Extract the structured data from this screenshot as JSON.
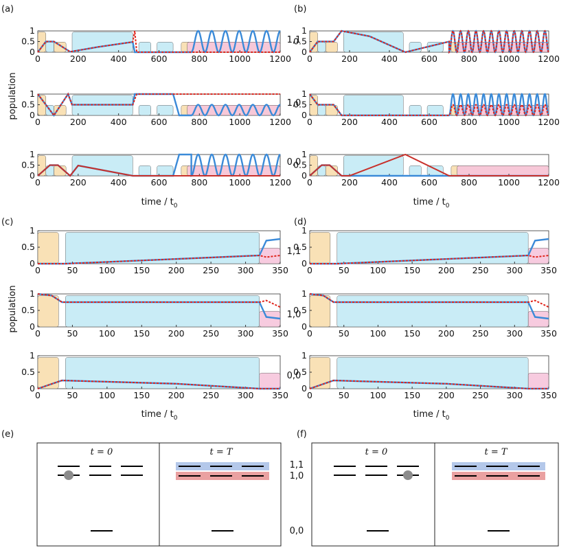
{
  "panel_letters": [
    "(a)",
    "(b)",
    "(c)",
    "(d)",
    "(e)",
    "(f)"
  ],
  "ylabel": "population",
  "xlabel": "time / t",
  "xlabel_subscript": "0",
  "yticks": [
    "0",
    "0.5",
    "1"
  ],
  "state_labels": [
    "1,1",
    "1,0",
    "0,0"
  ],
  "diagram_time_labels": {
    "start": "t = 0",
    "end": "t = T"
  },
  "colors": {
    "blue_curve": "#3a8ad8",
    "red_dashed": "#e0241b",
    "dark_red": "#c8302a",
    "purple_overlap": "#8a4a78",
    "orange_pulse": "#f9deaf",
    "cyan_pulse": "#c4eaf6",
    "pink_pulse": "#f7c6dc",
    "highlight_blue": "#b4c8ea",
    "highlight_red": "#eaa1a1",
    "ball": "#8c8c8c"
  },
  "chart_data": [
    {
      "type": "line",
      "panel": "(a)",
      "xlim": [
        0,
        1200
      ],
      "ylim": [
        0,
        1
      ],
      "xticks": [
        "0",
        "200",
        "400",
        "600",
        "800",
        "1000",
        "1200"
      ],
      "rows": [
        {
          "state": "1,1",
          "series": [
            {
              "style": "solid-blue",
              "points": [
                [
                  0,
                  0
                ],
                [
                  40,
                  0.5
                ],
                [
                  80,
                  0.5
                ],
                [
                  160,
                  0.02
                ],
                [
                  300,
                  0.25
                ],
                [
                  470,
                  0.48
                ],
                [
                  480,
                  0
                ],
                [
                  760,
                  0
                ],
                [
                  800,
                  1
                ],
                [
                  1200,
                  1
                ]
              ],
              "oscillation": {
                "from": 760,
                "to": 1200,
                "min": 0,
                "max": 1,
                "cycles": 6.5
              }
            },
            {
              "style": "dashed-red",
              "points": [
                [
                  0,
                  0
                ],
                [
                  40,
                  0.5
                ],
                [
                  80,
                  0.5
                ],
                [
                  160,
                  0.02
                ],
                [
                  300,
                  0.25
                ],
                [
                  470,
                  0.48
                ],
                [
                  480,
                  1
                ],
                [
                  490,
                  0
                ],
                [
                  1200,
                  0
                ]
              ]
            }
          ]
        },
        {
          "state": "1,0",
          "series": [
            {
              "style": "solid-blue",
              "points": [
                [
                  0,
                  1
                ],
                [
                  40,
                  0.5
                ],
                [
                  80,
                  0
                ],
                [
                  150,
                  1
                ],
                [
                  170,
                  0.5
                ],
                [
                  470,
                  0.5
                ],
                [
                  480,
                  1
                ],
                [
                  670,
                  1
                ],
                [
                  700,
                  0
                ],
                [
                  1200,
                  0
                ]
              ],
              "oscillation": {
                "from": 760,
                "to": 1200,
                "min": 0,
                "max": 0.5,
                "cycles": 6.5
              }
            },
            {
              "style": "dashed-red",
              "points": [
                [
                  0,
                  1
                ],
                [
                  40,
                  0.5
                ],
                [
                  80,
                  0
                ],
                [
                  150,
                  1
                ],
                [
                  170,
                  0.5
                ],
                [
                  470,
                  0.5
                ],
                [
                  490,
                  1
                ],
                [
                  1200,
                  1
                ]
              ]
            }
          ]
        },
        {
          "state": "0,0",
          "series": [
            {
              "style": "solid-blue",
              "points": [
                [
                  0,
                  0
                ],
                [
                  60,
                  0.5
                ],
                [
                  100,
                  0.5
                ],
                [
                  160,
                  0
                ],
                [
                  200,
                  0.48
                ],
                [
                  470,
                  0
                ],
                [
                  670,
                  0
                ],
                [
                  700,
                  1
                ],
                [
                  760,
                  1
                ]
              ],
              "oscillation": {
                "from": 760,
                "to": 1200,
                "min": 0,
                "max": 1,
                "cycles": 6.5
              }
            },
            {
              "style": "solid-red",
              "points": [
                [
                  0,
                  0
                ],
                [
                  60,
                  0.5
                ],
                [
                  100,
                  0.5
                ],
                [
                  160,
                  0
                ],
                [
                  200,
                  0.48
                ],
                [
                  470,
                  0
                ],
                [
                  1200,
                  0
                ]
              ]
            }
          ]
        }
      ]
    },
    {
      "type": "line",
      "panel": "(b)",
      "xlim": [
        0,
        1200
      ],
      "ylim": [
        0,
        1
      ],
      "xticks": [
        "0",
        "200",
        "400",
        "600",
        "800",
        "1000",
        "1200"
      ],
      "rows": [
        {
          "state": "1,1",
          "series": [
            {
              "style": "solid-blue",
              "points": [
                [
                  0,
                  0
                ],
                [
                  40,
                  0.5
                ],
                [
                  120,
                  0.5
                ],
                [
                  160,
                  1
                ],
                [
                  300,
                  0.75
                ],
                [
                  480,
                  0
                ],
                [
                  700,
                  0.5
                ],
                [
                  1200,
                  0.5
                ]
              ],
              "oscillation": {
                "from": 700,
                "to": 1200,
                "min": 0,
                "max": 1,
                "cycles": 13
              }
            },
            {
              "style": "dashed-red",
              "points": [
                [
                  0,
                  0
                ],
                [
                  40,
                  0.5
                ],
                [
                  120,
                  0.5
                ],
                [
                  160,
                  1
                ],
                [
                  300,
                  0.75
                ],
                [
                  480,
                  0
                ],
                [
                  700,
                  0.5
                ],
                [
                  1200,
                  0.5
                ]
              ],
              "oscillation": {
                "from": 700,
                "to": 1200,
                "min": 0,
                "max": 1,
                "cycles": 13
              }
            }
          ]
        },
        {
          "state": "1,0",
          "series": [
            {
              "style": "solid-blue",
              "points": [
                [
                  0,
                  1
                ],
                [
                  40,
                  0.5
                ],
                [
                  120,
                  0.5
                ],
                [
                  160,
                  0
                ],
                [
                  700,
                  0
                ],
                [
                  1200,
                  0
                ]
              ],
              "oscillation": {
                "from": 700,
                "to": 1200,
                "min": 0,
                "max": 1,
                "cycles": 13
              }
            },
            {
              "style": "dashed-red",
              "points": [
                [
                  0,
                  1
                ],
                [
                  40,
                  0.5
                ],
                [
                  120,
                  0.5
                ],
                [
                  160,
                  0
                ],
                [
                  700,
                  0
                ],
                [
                  1200,
                  0
                ]
              ],
              "oscillation": {
                "from": 700,
                "to": 1200,
                "min": 0,
                "max": 0.5,
                "cycles": 13
              }
            }
          ]
        },
        {
          "state": "0,0",
          "series": [
            {
              "style": "solid-blue",
              "points": [
                [
                  0,
                  0
                ],
                [
                  60,
                  0.5
                ],
                [
                  100,
                  0.5
                ],
                [
                  160,
                  0
                ],
                [
                  1200,
                  0
                ]
              ]
            },
            {
              "style": "solid-red",
              "points": [
                [
                  0,
                  0
                ],
                [
                  60,
                  0.5
                ],
                [
                  100,
                  0.5
                ],
                [
                  160,
                  0
                ],
                [
                  200,
                  0
                ],
                [
                  480,
                  1
                ],
                [
                  700,
                  0
                ],
                [
                  1200,
                  0
                ]
              ]
            }
          ]
        }
      ]
    },
    {
      "type": "line",
      "panel": "(c)",
      "xlim": [
        0,
        350
      ],
      "ylim": [
        0,
        1
      ],
      "xticks": [
        "0",
        "50",
        "100",
        "150",
        "200",
        "250",
        "300",
        "350"
      ],
      "rows": [
        {
          "state": "1,1",
          "series": [
            {
              "style": "solid-blue",
              "points": [
                [
                  0,
                  0
                ],
                [
                  40,
                  0
                ],
                [
                  320,
                  0.25
                ],
                [
                  330,
                  0.7
                ],
                [
                  350,
                  0.75
                ]
              ]
            },
            {
              "style": "dashed-red",
              "points": [
                [
                  0,
                  0
                ],
                [
                  40,
                  0
                ],
                [
                  320,
                  0.25
                ],
                [
                  330,
                  0.2
                ],
                [
                  350,
                  0.25
                ]
              ]
            }
          ]
        },
        {
          "state": "1,0",
          "series": [
            {
              "style": "solid-blue",
              "points": [
                [
                  0,
                  1
                ],
                [
                  20,
                  0.95
                ],
                [
                  35,
                  0.75
                ],
                [
                  320,
                  0.75
                ],
                [
                  330,
                  0.3
                ],
                [
                  350,
                  0.25
                ]
              ]
            },
            {
              "style": "dashed-red",
              "points": [
                [
                  0,
                  1
                ],
                [
                  20,
                  0.95
                ],
                [
                  35,
                  0.75
                ],
                [
                  320,
                  0.75
                ],
                [
                  330,
                  0.8
                ],
                [
                  350,
                  0.6
                ]
              ]
            }
          ]
        },
        {
          "state": "0,0",
          "series": [
            {
              "style": "solid-blue",
              "points": [
                [
                  0,
                  0
                ],
                [
                  35,
                  0.25
                ],
                [
                  200,
                  0.15
                ],
                [
                  320,
                  0
                ],
                [
                  350,
                  0
                ]
              ]
            },
            {
              "style": "dashed-red",
              "points": [
                [
                  0,
                  0
                ],
                [
                  35,
                  0.25
                ],
                [
                  200,
                  0.15
                ],
                [
                  320,
                  0
                ],
                [
                  350,
                  0
                ]
              ]
            }
          ]
        }
      ]
    },
    {
      "type": "line",
      "panel": "(d)",
      "xlim": [
        0,
        350
      ],
      "ylim": [
        0,
        1
      ],
      "xticks": [
        "0",
        "50",
        "100",
        "150",
        "200",
        "250",
        "300",
        "350"
      ],
      "rows": [
        {
          "state": "1,1",
          "series": [
            {
              "style": "solid-blue",
              "points": [
                [
                  0,
                  0
                ],
                [
                  40,
                  0
                ],
                [
                  320,
                  0.25
                ],
                [
                  330,
                  0.7
                ],
                [
                  350,
                  0.75
                ]
              ]
            },
            {
              "style": "dashed-red",
              "points": [
                [
                  0,
                  0
                ],
                [
                  40,
                  0
                ],
                [
                  320,
                  0.25
                ],
                [
                  330,
                  0.2
                ],
                [
                  350,
                  0.25
                ]
              ]
            }
          ]
        },
        {
          "state": "1,0",
          "series": [
            {
              "style": "solid-blue",
              "points": [
                [
                  0,
                  1
                ],
                [
                  20,
                  0.95
                ],
                [
                  35,
                  0.75
                ],
                [
                  320,
                  0.75
                ],
                [
                  330,
                  0.3
                ],
                [
                  350,
                  0.25
                ]
              ]
            },
            {
              "style": "dashed-red",
              "points": [
                [
                  0,
                  1
                ],
                [
                  20,
                  0.95
                ],
                [
                  35,
                  0.75
                ],
                [
                  320,
                  0.75
                ],
                [
                  330,
                  0.8
                ],
                [
                  350,
                  0.6
                ]
              ]
            }
          ]
        },
        {
          "state": "0,0",
          "series": [
            {
              "style": "solid-blue",
              "points": [
                [
                  0,
                  0
                ],
                [
                  35,
                  0.25
                ],
                [
                  200,
                  0.15
                ],
                [
                  320,
                  0
                ],
                [
                  350,
                  0
                ]
              ]
            },
            {
              "style": "dashed-red",
              "points": [
                [
                  0,
                  0
                ],
                [
                  35,
                  0.25
                ],
                [
                  200,
                  0.15
                ],
                [
                  320,
                  0
                ],
                [
                  350,
                  0
                ]
              ]
            }
          ]
        }
      ]
    }
  ]
}
